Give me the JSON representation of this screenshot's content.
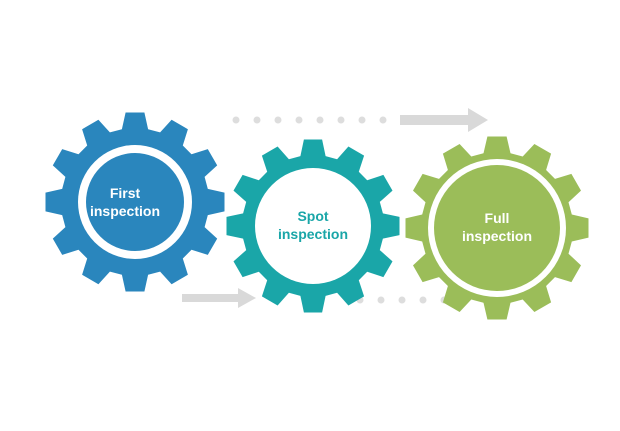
{
  "gears": [
    {
      "label": "First\ninspection",
      "color": "#2a86bd",
      "fill": "solid",
      "text_color": "#ffffff"
    },
    {
      "label": "Spot\ninspection",
      "color": "#1aa6a8",
      "fill": "outline",
      "text_color": "#1aa6a8"
    },
    {
      "label": "Full\ninspection",
      "color": "#9bbd59",
      "fill": "solid",
      "text_color": "#ffffff"
    }
  ],
  "connectors": {
    "arrow_color": "#d9d9d9",
    "dot_color": "#dddddd"
  }
}
